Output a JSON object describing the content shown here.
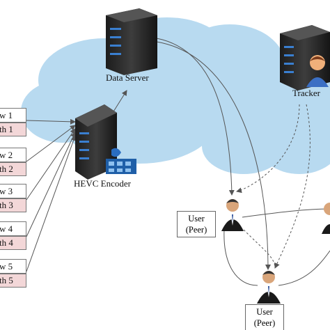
{
  "nodes": {
    "data_server": "Data Server",
    "tracker": "Tracker",
    "encoder": "HEVC Encoder",
    "user_a": {
      "line1": "User",
      "line2": "(Peer)"
    },
    "user_b": {
      "line1": "User",
      "line2": "(Peer)"
    }
  },
  "views": [
    {
      "view": "w 1",
      "depth": "th 1"
    },
    {
      "view": "w 2",
      "depth": "th 2"
    },
    {
      "view": "w 3",
      "depth": "th 3"
    },
    {
      "view": "w 4",
      "depth": "th 4"
    },
    {
      "view": "w 5",
      "depth": "th 5"
    }
  ],
  "colors": {
    "cloud": "#b8daf0",
    "server": "#2b2b2b",
    "server_light": "#3a7fd0",
    "depth_fill": "#f3d7d8",
    "arrow": "#555555"
  }
}
